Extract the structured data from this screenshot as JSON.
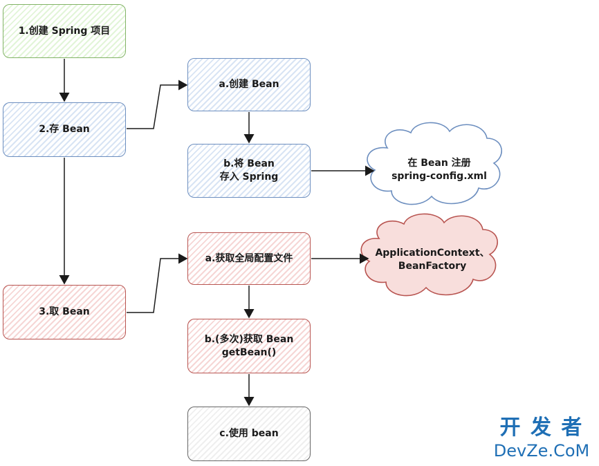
{
  "nodes": {
    "create_project": "1.创建 Spring 项目",
    "store_bean": "2.存 Bean",
    "get_bean": "3.取 Bean",
    "create_bean": "a.创建 Bean",
    "store_into_spring": "b.将 Bean\n存入 Spring",
    "get_global_config": "a.获取全局配置文件",
    "multi_get_bean": "b.(多次)获取 Bean\ngetBean()",
    "use_bean": "c.使用 bean"
  },
  "clouds": {
    "register": "在 Bean 注册\nspring-config.xml",
    "context": "ApplicationContext、\nBeanFactory"
  },
  "watermark": {
    "line1": "开 发 者",
    "line2": "DevZe.CoM"
  },
  "colors": {
    "green": "#82b366",
    "blue": "#6c8ebf",
    "red": "#b85450",
    "gray": "#666666",
    "watermark": "#1f6fb5"
  }
}
